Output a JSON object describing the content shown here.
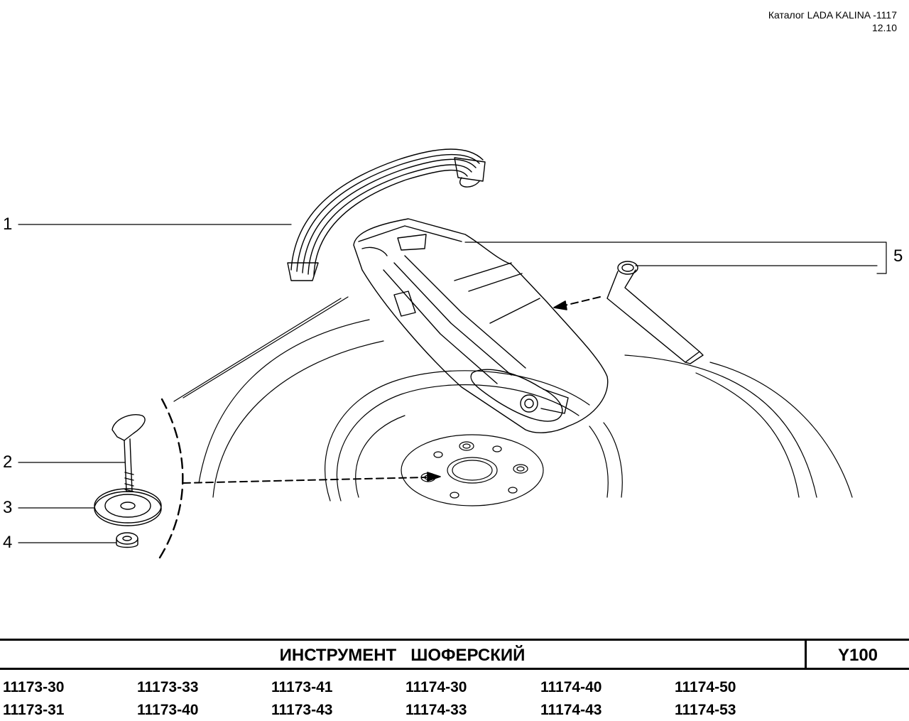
{
  "header": {
    "line1": "Каталог LADA KALINA -1117",
    "line2": "12.10"
  },
  "callouts": [
    "1",
    "2",
    "3",
    "4",
    "5"
  ],
  "title": {
    "text": "ИНСТРУМЕНТ   ШОФЕРСКИЙ",
    "code": "Y100"
  },
  "models": {
    "row1": [
      "11173-30",
      "11173-33",
      "11173-41",
      "11174-30",
      "11174-40",
      "11174-50"
    ],
    "row2": [
      "11173-31",
      "11173-40",
      "11173-43",
      "11174-33",
      "11174-43",
      "11174-53"
    ]
  }
}
